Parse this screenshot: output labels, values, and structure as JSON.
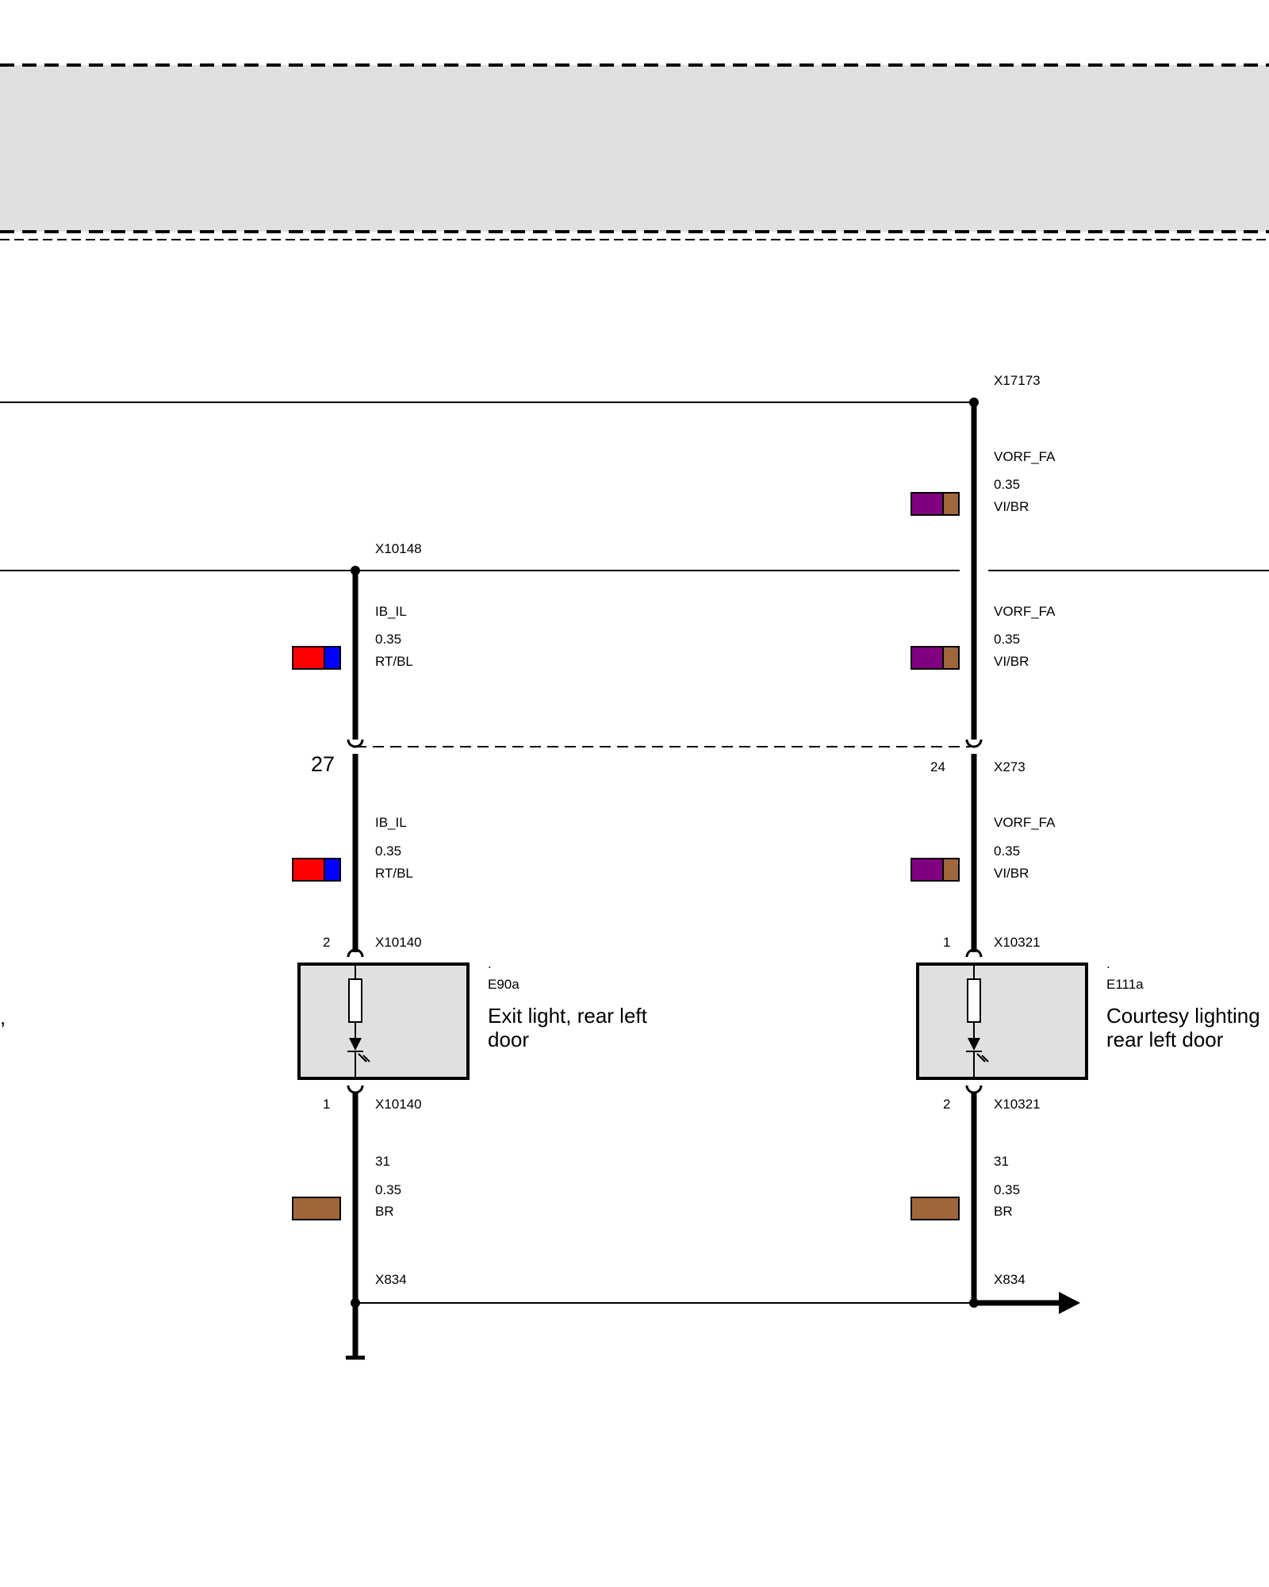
{
  "colors": {
    "RT": "#ff0000",
    "BL": "#0000ff",
    "VI": "#800080",
    "BR": "#a0673a",
    "module_fill": "#e0e0e0",
    "line": "#000000"
  },
  "nodes": {
    "x17173": "X17173",
    "x10148": "X10148",
    "x273": "X273",
    "x10140_top": "X10140",
    "x10140_bottom": "X10140",
    "x10321_top": "X10321",
    "x10321_bottom": "X10321",
    "x834_left": "X834",
    "x834_right": "X834"
  },
  "wires": {
    "left_upper": {
      "signal": "IB_IL",
      "gauge": "0.35",
      "color": "RT/BL"
    },
    "left_middle": {
      "signal": "IB_IL",
      "gauge": "0.35",
      "color": "RT/BL"
    },
    "left_lower": {
      "signal": "31",
      "gauge": "0.35",
      "color": "BR"
    },
    "right_top": {
      "signal": "VORF_FA",
      "gauge": "0.35",
      "color": "VI/BR"
    },
    "right_upper": {
      "signal": "VORF_FA",
      "gauge": "0.35",
      "color": "VI/BR"
    },
    "right_middle": {
      "signal": "VORF_FA",
      "gauge": "0.35",
      "color": "VI/BR"
    },
    "right_lower": {
      "signal": "31",
      "gauge": "0.35",
      "color": "BR"
    }
  },
  "pins": {
    "left_connector": "27",
    "right_connector": "24",
    "left_module_top": "2",
    "left_module_bottom": "1",
    "right_module_top": "1",
    "right_module_bottom": "2"
  },
  "components": {
    "left": {
      "dot": ".",
      "id": "E90a",
      "name_line1": "Exit light, rear left",
      "name_line2": "door"
    },
    "right": {
      "dot": ".",
      "id": "E111a",
      "name_line1": "Courtesy lighting",
      "name_line2": "rear left door"
    }
  },
  "partial_edge_text": ","
}
